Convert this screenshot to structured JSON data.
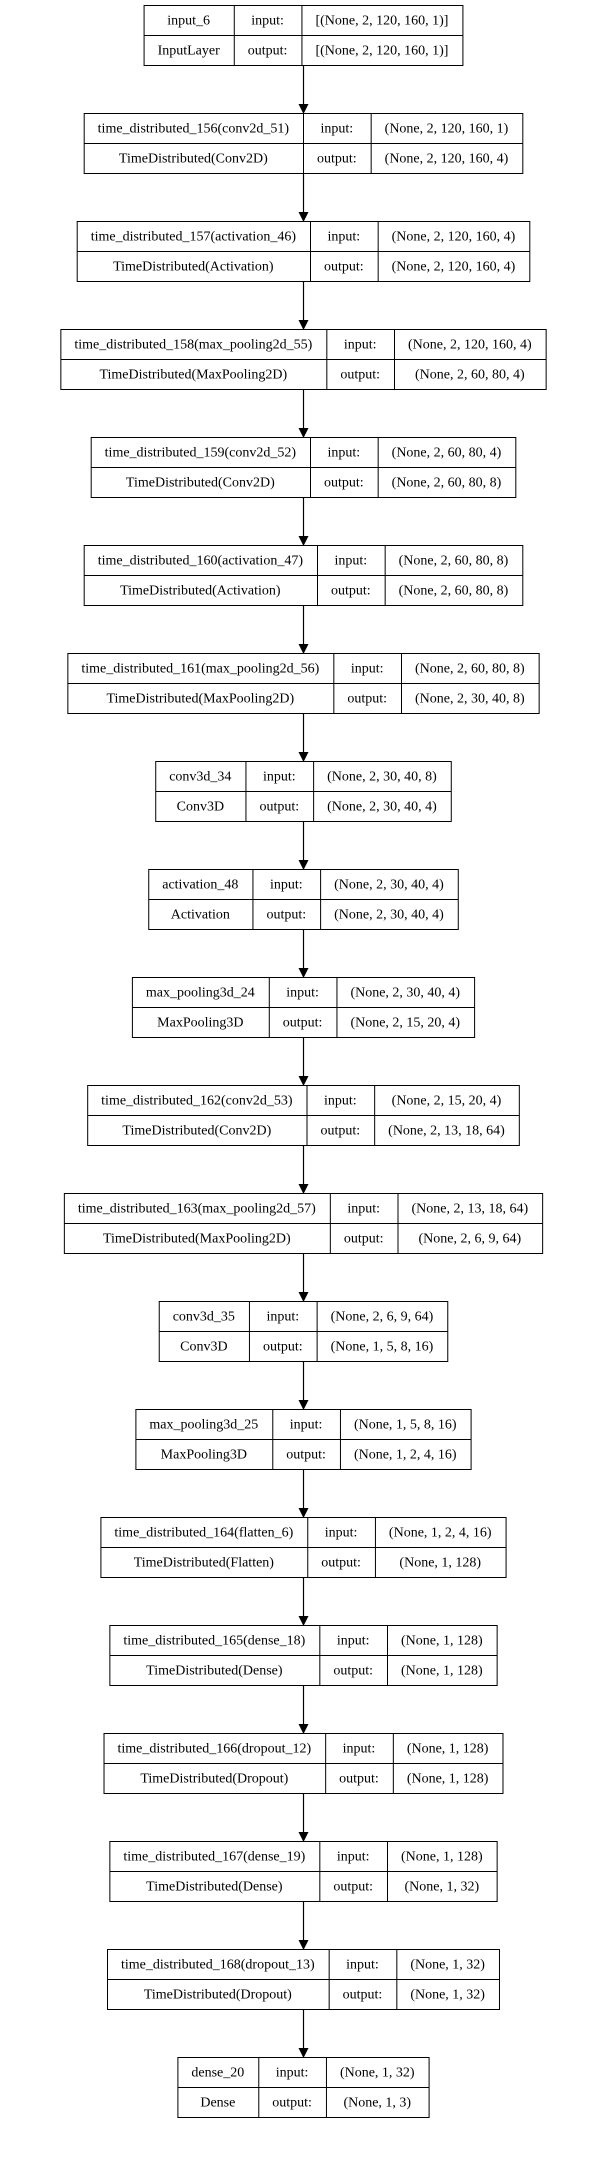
{
  "labels": {
    "input": "input:",
    "output": "output:"
  },
  "layers": [
    {
      "name": "input_6",
      "type": "InputLayer",
      "input": "[(None, 2, 120, 160, 1)]",
      "output": "[(None, 2, 120, 160, 1)]"
    },
    {
      "name": "time_distributed_156(conv2d_51)",
      "type": "TimeDistributed(Conv2D)",
      "input": "(None, 2, 120, 160, 1)",
      "output": "(None, 2, 120, 160, 4)"
    },
    {
      "name": "time_distributed_157(activation_46)",
      "type": "TimeDistributed(Activation)",
      "input": "(None, 2, 120, 160, 4)",
      "output": "(None, 2, 120, 160, 4)"
    },
    {
      "name": "time_distributed_158(max_pooling2d_55)",
      "type": "TimeDistributed(MaxPooling2D)",
      "input": "(None, 2, 120, 160, 4)",
      "output": "(None, 2, 60, 80, 4)"
    },
    {
      "name": "time_distributed_159(conv2d_52)",
      "type": "TimeDistributed(Conv2D)",
      "input": "(None, 2, 60, 80, 4)",
      "output": "(None, 2, 60, 80, 8)"
    },
    {
      "name": "time_distributed_160(activation_47)",
      "type": "TimeDistributed(Activation)",
      "input": "(None, 2, 60, 80, 8)",
      "output": "(None, 2, 60, 80, 8)"
    },
    {
      "name": "time_distributed_161(max_pooling2d_56)",
      "type": "TimeDistributed(MaxPooling2D)",
      "input": "(None, 2, 60, 80, 8)",
      "output": "(None, 2, 30, 40, 8)"
    },
    {
      "name": "conv3d_34",
      "type": "Conv3D",
      "input": "(None, 2, 30, 40, 8)",
      "output": "(None, 2, 30, 40, 4)"
    },
    {
      "name": "activation_48",
      "type": "Activation",
      "input": "(None, 2, 30, 40, 4)",
      "output": "(None, 2, 30, 40, 4)"
    },
    {
      "name": "max_pooling3d_24",
      "type": "MaxPooling3D",
      "input": "(None, 2, 30, 40, 4)",
      "output": "(None, 2, 15, 20, 4)"
    },
    {
      "name": "time_distributed_162(conv2d_53)",
      "type": "TimeDistributed(Conv2D)",
      "input": "(None, 2, 15, 20, 4)",
      "output": "(None, 2, 13, 18, 64)"
    },
    {
      "name": "time_distributed_163(max_pooling2d_57)",
      "type": "TimeDistributed(MaxPooling2D)",
      "input": "(None, 2, 13, 18, 64)",
      "output": "(None, 2, 6, 9, 64)"
    },
    {
      "name": "conv3d_35",
      "type": "Conv3D",
      "input": "(None, 2, 6, 9, 64)",
      "output": "(None, 1, 5, 8, 16)"
    },
    {
      "name": "max_pooling3d_25",
      "type": "MaxPooling3D",
      "input": "(None, 1, 5, 8, 16)",
      "output": "(None, 1, 2, 4, 16)"
    },
    {
      "name": "time_distributed_164(flatten_6)",
      "type": "TimeDistributed(Flatten)",
      "input": "(None, 1, 2, 4, 16)",
      "output": "(None, 1, 128)"
    },
    {
      "name": "time_distributed_165(dense_18)",
      "type": "TimeDistributed(Dense)",
      "input": "(None, 1, 128)",
      "output": "(None, 1, 128)"
    },
    {
      "name": "time_distributed_166(dropout_12)",
      "type": "TimeDistributed(Dropout)",
      "input": "(None, 1, 128)",
      "output": "(None, 1, 128)"
    },
    {
      "name": "time_distributed_167(dense_19)",
      "type": "TimeDistributed(Dense)",
      "input": "(None, 1, 128)",
      "output": "(None, 1, 32)"
    },
    {
      "name": "time_distributed_168(dropout_13)",
      "type": "TimeDistributed(Dropout)",
      "input": "(None, 1, 32)",
      "output": "(None, 1, 32)"
    },
    {
      "name": "dense_20",
      "type": "Dense",
      "input": "(None, 1, 32)",
      "output": "(None, 1, 3)"
    }
  ]
}
